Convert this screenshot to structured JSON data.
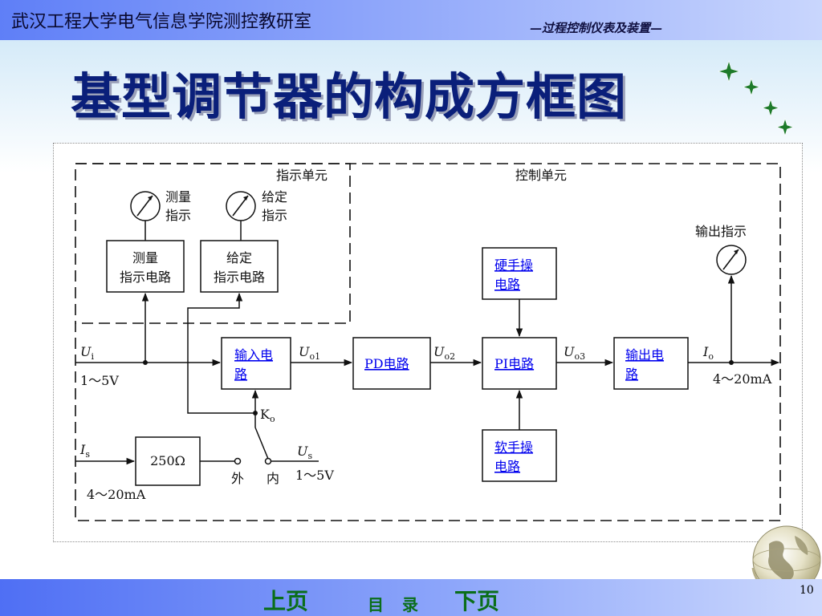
{
  "header": {
    "institution": "武汉工程大学电气信息学院测控教研室",
    "course": "—过程控制仪表及装置—"
  },
  "title": "基型调节器的构成方框图",
  "diagram": {
    "regions": {
      "indication_unit": "指示单元",
      "control_unit": "控制单元"
    },
    "meters": {
      "measure": {
        "line1": "测量",
        "line2": "指示"
      },
      "setpoint": {
        "line1": "给定",
        "line2": "指示"
      },
      "output": "输出指示"
    },
    "blocks": {
      "measure_indicator": {
        "line1": "测量",
        "line2": "指示电路"
      },
      "setpoint_indicator": {
        "line1": "给定",
        "line2": "指示电路"
      },
      "input_circuit": {
        "line1": "输入电",
        "line2": "路"
      },
      "pd_circuit": "PD电路",
      "pi_circuit": "PI电路",
      "output_circuit": {
        "line1": "输出电",
        "line2": "路"
      },
      "hard_manual": {
        "line1": "硬手操",
        "line2": "电路"
      },
      "soft_manual": {
        "line1": "软手操",
        "line2": "电路"
      },
      "resistor": "250Ω"
    },
    "signals": {
      "ui": {
        "base": "U",
        "sub": "i"
      },
      "uo1": {
        "base": "U",
        "sub": "o1"
      },
      "uo2": {
        "base": "U",
        "sub": "o2"
      },
      "uo3": {
        "base": "U",
        "sub": "o3"
      },
      "io": {
        "base": "I",
        "sub": "o"
      },
      "is": {
        "base": "I",
        "sub": "s"
      },
      "us": {
        "base": "U",
        "sub": "s"
      },
      "ko": {
        "base": "K",
        "sub": "o"
      }
    },
    "ranges": {
      "input_voltage": "1～5V",
      "output_current": "4～20mA",
      "external_current": "4～20mA",
      "internal_voltage": "1～5V"
    },
    "switch_positions": {
      "external": "外",
      "internal": "内"
    }
  },
  "footer": {
    "prev": "上页",
    "toc": "目 录",
    "next": "下页",
    "page": "10"
  },
  "colors": {
    "header_bar": "#6f8cf8",
    "title": "#0a1f7a",
    "link": "#0000ee",
    "nav": "#0a6e1a"
  }
}
